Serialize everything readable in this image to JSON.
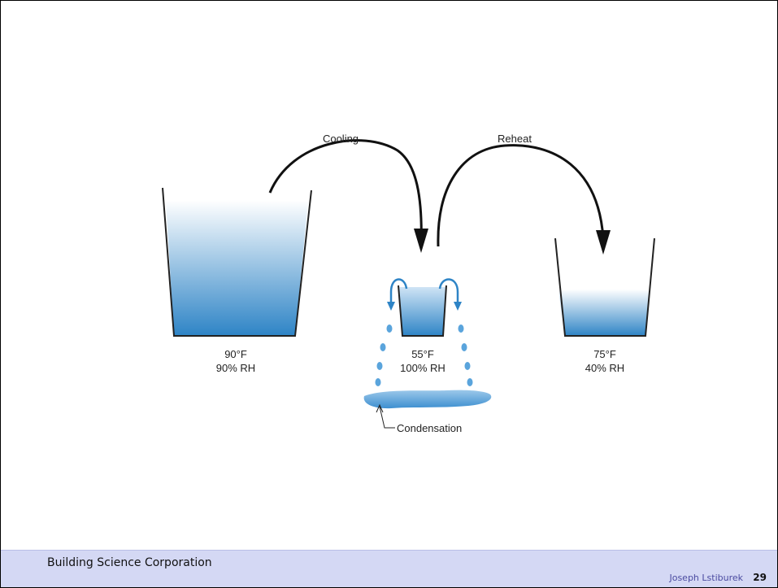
{
  "diagram": {
    "arrows": {
      "cooling_label": "Cooling",
      "reheat_label": "Reheat"
    },
    "buckets": [
      {
        "temperature": "90°F",
        "humidity": "90% RH"
      },
      {
        "temperature": "55°F",
        "humidity": "100% RH"
      },
      {
        "temperature": "75°F",
        "humidity": "40% RH"
      }
    ],
    "condensation_label": "Condensation",
    "colors": {
      "water_deep": "#2e84c6",
      "water_light": "#ffffff",
      "drip": "#5aa4dc",
      "outline": "#222222"
    }
  },
  "footer": {
    "organization": "Building Science Corporation",
    "author": "Joseph Lstiburek",
    "page_number": "29"
  }
}
